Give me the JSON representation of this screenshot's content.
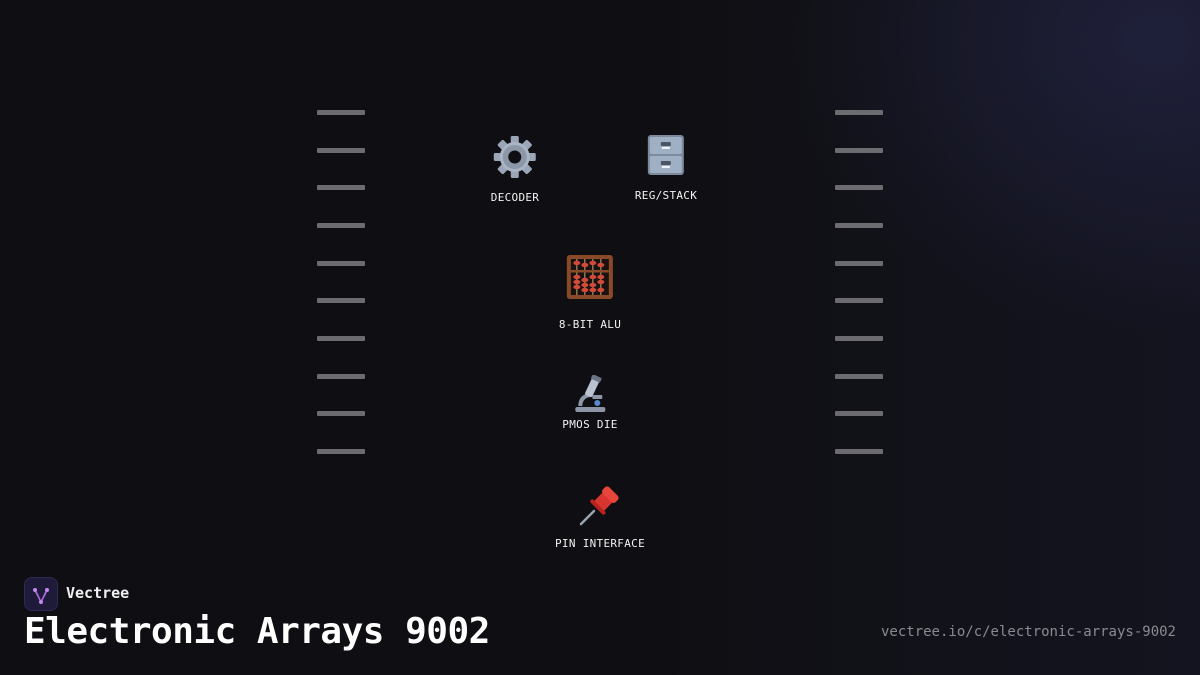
{
  "chip": {
    "blocks": [
      {
        "label": "DECODER",
        "icon": "gear-icon"
      },
      {
        "label": "REG/STACK",
        "icon": "file-cabinet-icon"
      },
      {
        "label": "8-BIT ALU",
        "icon": "abacus-icon"
      },
      {
        "label": "PMOS DIE",
        "icon": "microscope-icon"
      },
      {
        "label": "PIN INTERFACE",
        "icon": "pushpin-icon"
      }
    ],
    "pins_per_side": 10
  },
  "footer": {
    "brand_name": "Vectree",
    "brand_icon": "vectree-logo-icon",
    "title": "Electronic Arrays 9002",
    "url": "vectree.io/c/electronic-arrays-9002"
  },
  "colors": {
    "background": "#0f0f13",
    "pin": "#6b6b70",
    "label": "#f2f2f2",
    "url": "#8a8a90",
    "brand_accent": "#a86bd8"
  }
}
